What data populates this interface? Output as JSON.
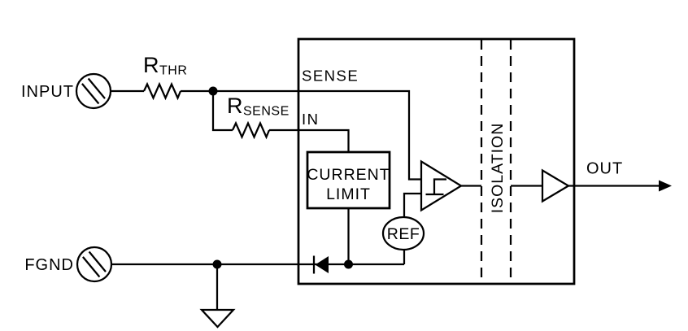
{
  "figure": {
    "type": "circuit-schematic",
    "background_color": "#ffffff",
    "line_color": "#000000",
    "terminals": {
      "input": "INPUT",
      "fgnd": "FGND"
    },
    "resistors": {
      "r_thr": {
        "base": "R",
        "sub": "THR"
      },
      "r_sense": {
        "base": "R",
        "sub": "SENSE"
      }
    },
    "pins": {
      "sense": "SENSE",
      "in": "IN",
      "out": "OUT"
    },
    "blocks": {
      "current_limit": [
        "CURRENT",
        "LIMIT"
      ],
      "ref": "REF",
      "isolation": "ISOLATION"
    }
  }
}
